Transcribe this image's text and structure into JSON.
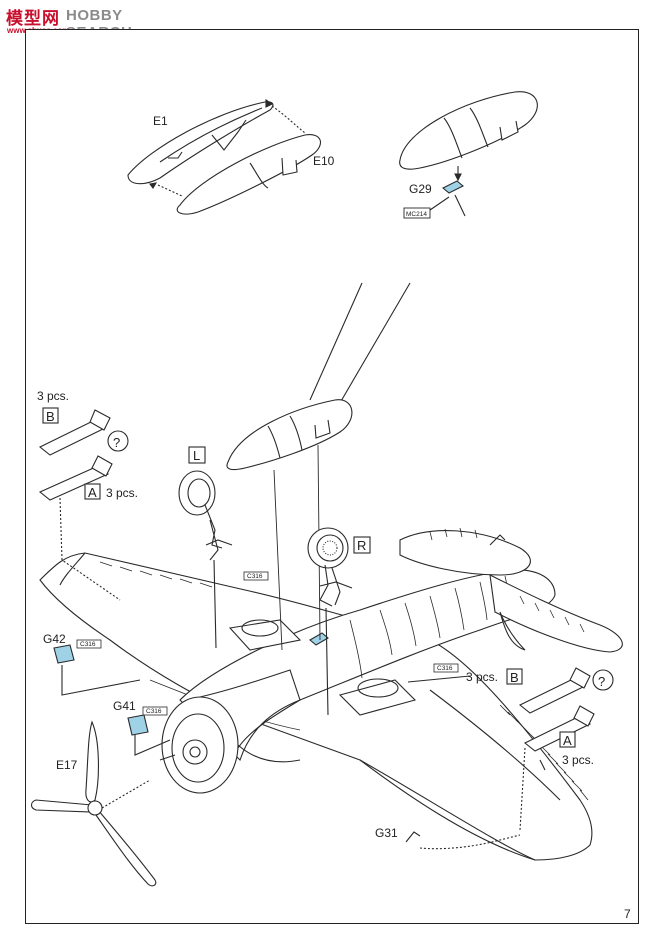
{
  "logo": {
    "cn_text": "模型网",
    "en_text": "HOBBY SEARCH",
    "url": "www.shuaa.com"
  },
  "colors": {
    "accent_red": "#c8102e",
    "paint_blue": "#9fd2e6",
    "line": "#2a2a2a"
  },
  "page_number": "7",
  "top_panel": {
    "labels": {
      "e1": "E1",
      "e10": "E10",
      "g29": "G29",
      "mc214": "MC214"
    }
  },
  "main_panel": {
    "rocket_group_left": {
      "qty_b": "3 pcs.",
      "box_b": "B",
      "box_a": "A",
      "qty_a": "3 pcs.",
      "question": "?"
    },
    "rocket_group_right": {
      "qty_b": "3 pcs.",
      "box_b": "B",
      "box_a": "A",
      "qty_a": "3 pcs.",
      "question": "?"
    },
    "gear_left_box": "L",
    "gear_right_box": "R",
    "g42": "G42",
    "g41": "G41",
    "e17": "E17",
    "g31": "G31",
    "c316": "C316"
  },
  "icons": [
    "question-mark-icon"
  ]
}
